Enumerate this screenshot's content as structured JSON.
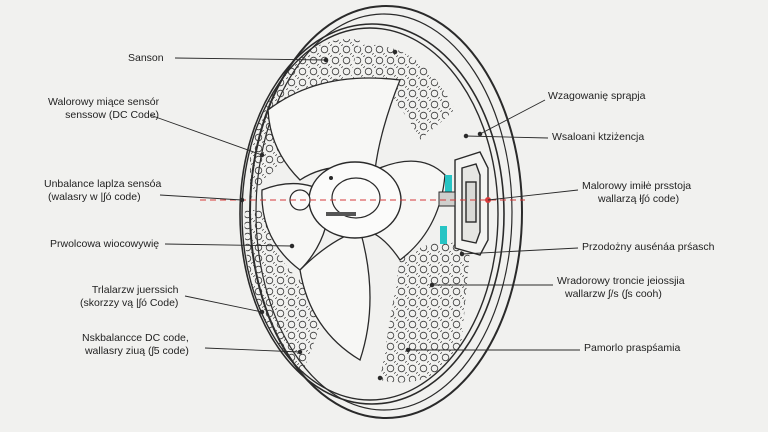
{
  "colors": {
    "background": "#f1f1ef",
    "line": "#2a2a2a",
    "accent_cyan": "#27c4c4",
    "accent_red": "#d63a3a"
  },
  "labels": {
    "left_1": {
      "line1": "Sanson",
      "line2": ""
    },
    "left_2": {
      "line1": "Walorowy miące sensór",
      "line2": "senssow (DC Code)"
    },
    "left_3": {
      "line1": "Unbalance laplza sensóa",
      "line2": "(walasry w |ʃó code)"
    },
    "left_4": {
      "line1": "Prwolcowa wiocowywię",
      "line2": ""
    },
    "left_5": {
      "line1": "Trlalarzw juerssich",
      "line2": "(skorzzy vą |ʃó Code)"
    },
    "left_6": {
      "line1": "Nskbalancce DC code,",
      "line2": "wallasry ziuą (ʃ5 code)"
    },
    "right_1": {
      "line1": "Wzagowanię sprąpja",
      "line2": ""
    },
    "right_2": {
      "line1": "Wsaloani ktziżencja",
      "line2": ""
    },
    "right_3": {
      "line1": "Malorowy imiłė prsstoja",
      "line2": "wallarzą łʃó code)"
    },
    "right_4": {
      "line1": "Przodożny ausénáa prśasch",
      "line2": ""
    },
    "right_5": {
      "line1": "Wradorowy troncie jeiossjia",
      "line2": "wallarzw ʃ/s (ʃs cooh)"
    },
    "right_6": {
      "line1": "Pamorlo praspśamia",
      "line2": ""
    }
  }
}
